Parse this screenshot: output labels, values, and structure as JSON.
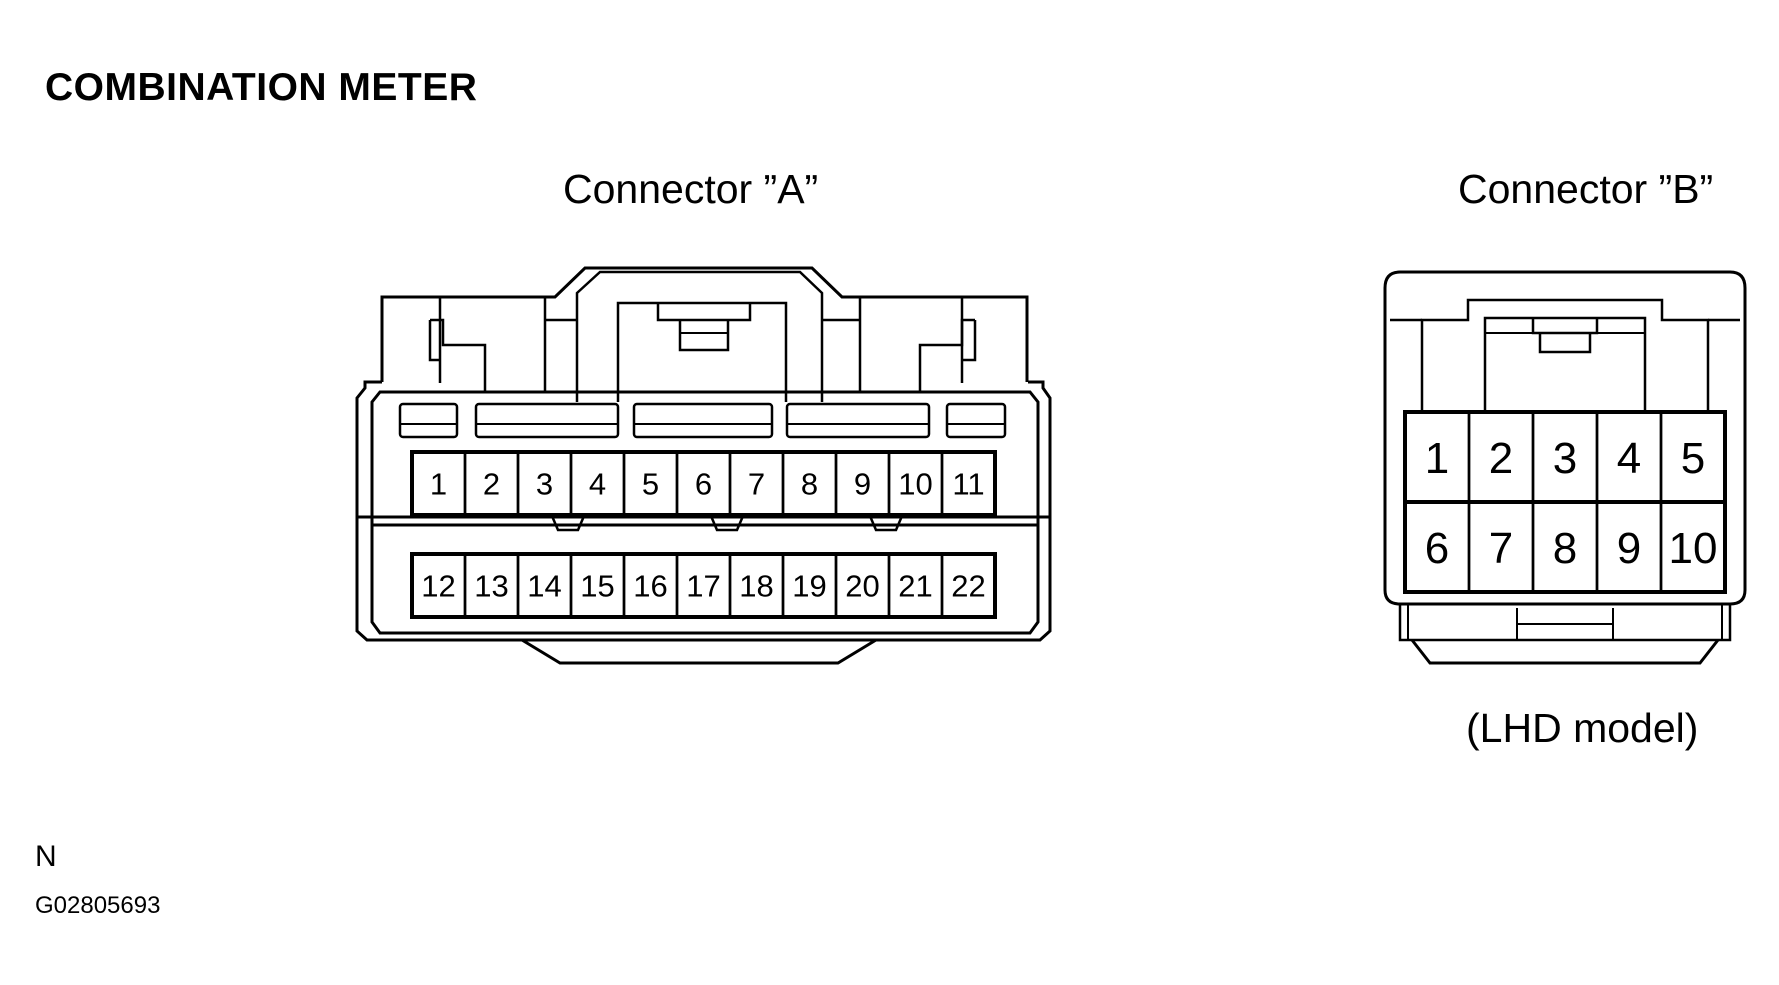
{
  "title": "COMBINATION METER",
  "connector_a": {
    "label": "Connector ”A”",
    "row1": [
      "1",
      "2",
      "3",
      "4",
      "5",
      "6",
      "7",
      "8",
      "9",
      "10",
      "11"
    ],
    "row2": [
      "12",
      "13",
      "14",
      "15",
      "16",
      "17",
      "18",
      "19",
      "20",
      "21",
      "22"
    ]
  },
  "connector_b": {
    "label": "Connector ”B”",
    "note": "(LHD model)",
    "row1": [
      "1",
      "2",
      "3",
      "4",
      "5"
    ],
    "row2": [
      "6",
      "7",
      "8",
      "9",
      "10"
    ]
  },
  "footer": {
    "letter": "N",
    "code": "G02805693"
  }
}
